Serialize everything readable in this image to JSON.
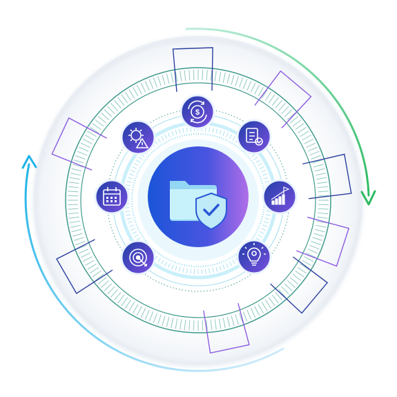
{
  "colors": {
    "background": "#ffffff",
    "disc": "#f6f8fb",
    "ring_teal": "#3f9a8c",
    "ring_green": "#2fae6f",
    "ring_cyan": "#7fd6ee",
    "node_fill_start": "#1f3fa6",
    "node_fill_end": "#7b4fe0",
    "center_fill_start": "#1b55d8",
    "center_fill_end": "#a66ce6",
    "arrow_green": "#2dbb62",
    "arrow_cyan": "#1fb3e8",
    "bracket_blue": "#2b3f9e",
    "bracket_purple": "#8b5be0"
  },
  "center": {
    "icon": "folder-shield-icon"
  },
  "nodes": [
    {
      "id": "finance",
      "icon": "dollar-gear-cycle-icon"
    },
    {
      "id": "checklist",
      "icon": "checklist-gear-icon"
    },
    {
      "id": "growth",
      "icon": "growth-chart-flag-icon"
    },
    {
      "id": "ideas",
      "icon": "lightbulb-gear-icon"
    },
    {
      "id": "target",
      "icon": "target-arrow-icon"
    },
    {
      "id": "calendar",
      "icon": "calendar-icon"
    },
    {
      "id": "risk",
      "icon": "gear-warning-icon"
    }
  ],
  "arrows": [
    {
      "id": "clockwise-arrow",
      "color": "#2dbb62",
      "direction": "clockwise"
    },
    {
      "id": "counterclockwise-arrow",
      "color": "#1fb3e8",
      "direction": "counterclockwise"
    }
  ]
}
